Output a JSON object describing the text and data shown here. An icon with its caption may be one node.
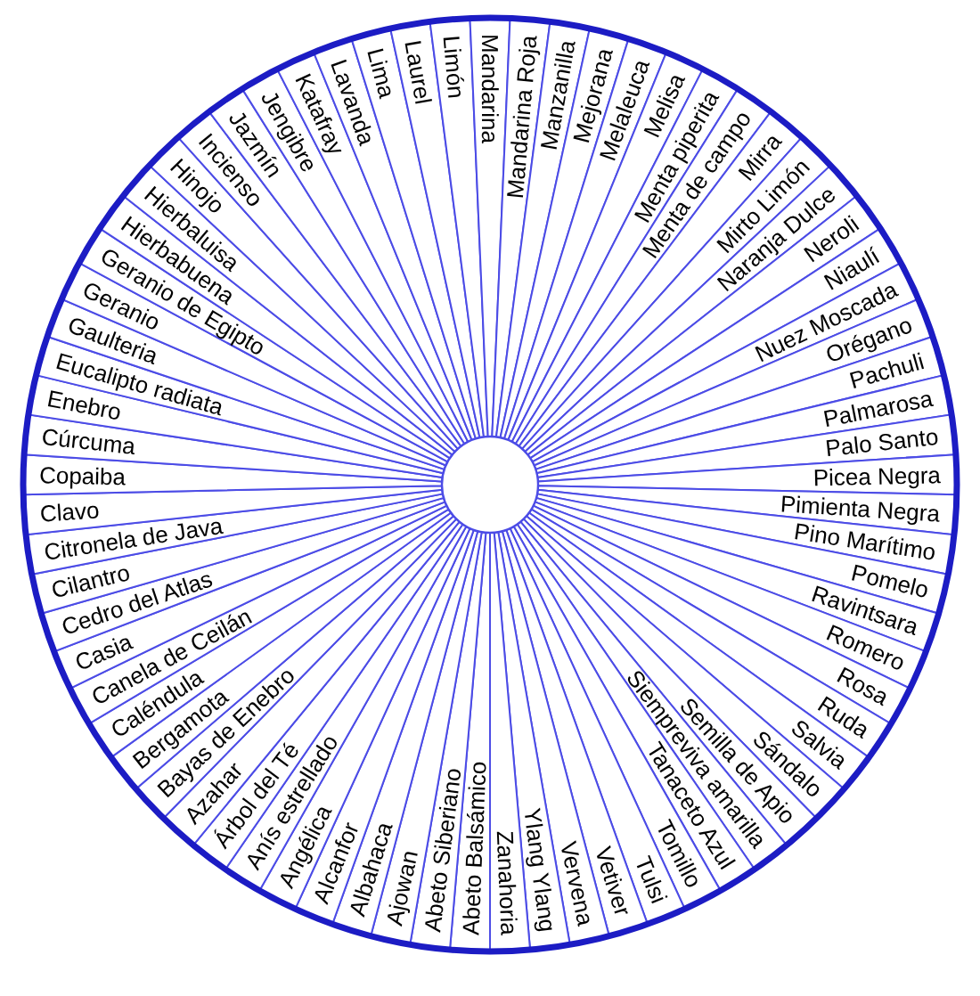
{
  "diagram": {
    "nodes": [
      {
        "text": [
          "Abeto Balsámico"
        ]
      },
      {
        "text": [
          "Abeto Siberiano"
        ]
      },
      {
        "text": [
          "Ajowan"
        ]
      },
      {
        "text": [
          "Albahaca"
        ]
      },
      {
        "text": [
          "Alcanfor"
        ]
      },
      {
        "text": [
          "Angélica"
        ]
      },
      {
        "text": [
          "Anís estrellado"
        ]
      },
      {
        "text": [
          "Árbol del Té"
        ]
      },
      {
        "text": [
          "Azahar"
        ]
      },
      {
        "text": [
          "Bayas de Enebro"
        ]
      },
      {
        "text": [
          "Bergamota"
        ]
      },
      {
        "text": [
          "Caléndula"
        ]
      },
      {
        "text": [
          "Canela de Ceilán"
        ]
      },
      {
        "text": [
          "Casia"
        ]
      },
      {
        "text": [
          "Cedro del Atlas"
        ]
      },
      {
        "text": [
          "Cilantro"
        ]
      },
      {
        "text": [
          "Citronela de Java"
        ]
      },
      {
        "text": [
          "Clavo"
        ]
      },
      {
        "text": [
          "Copaiba"
        ]
      },
      {
        "text": [
          "Cúrcuma"
        ]
      },
      {
        "text": [
          "Enebro"
        ]
      },
      {
        "text": [
          "Eucalipto radiata"
        ]
      },
      {
        "text": [
          "Gaulteria"
        ]
      },
      {
        "text": [
          "Geranio"
        ]
      },
      {
        "text": [
          "Geranio de Egipto"
        ]
      },
      {
        "text": [
          "Hierbabuena"
        ]
      },
      {
        "text": [
          "Hierbaluisa"
        ]
      },
      {
        "text": [
          "Hinojo"
        ]
      },
      {
        "text": [
          "Incienso"
        ]
      },
      {
        "text": [
          "Jazmín"
        ]
      },
      {
        "text": [
          "Jengibre"
        ]
      },
      {
        "text": [
          "Katafray"
        ]
      },
      {
        "text": [
          "Lavanda"
        ]
      },
      {
        "text": [
          "Lima"
        ]
      },
      {
        "text": [
          "Laurel"
        ]
      },
      {
        "text": [
          "Limón"
        ]
      },
      {
        "text": [
          "Mandarina"
        ]
      },
      {
        "text": [
          "Mandarina Roja"
        ]
      },
      {
        "text": [
          "Manzanilla"
        ]
      },
      {
        "text": [
          "Mejorana"
        ]
      },
      {
        "text": [
          "Melaleuca"
        ]
      },
      {
        "text": [
          "Melisa"
        ]
      },
      {
        "text": [
          "Menta piperita"
        ]
      },
      {
        "text": [
          "Menta de campo"
        ]
      },
      {
        "text": [
          "Mirra"
        ]
      },
      {
        "text": [
          "Mirto Limón"
        ]
      },
      {
        "text": [
          "Naranja Dulce"
        ]
      },
      {
        "text": [
          "Neroli"
        ]
      },
      {
        "text": [
          "Niaulí"
        ]
      },
      {
        "text": [
          "Nuez Moscada"
        ]
      },
      {
        "text": [
          "Orégano"
        ]
      },
      {
        "text": [
          "Pachuli"
        ]
      },
      {
        "text": [
          "Palmarosa"
        ]
      },
      {
        "text": [
          "Palo Santo"
        ]
      },
      {
        "text": [
          "Picea Negra"
        ]
      },
      {
        "text": [
          "Pimienta Negra"
        ]
      },
      {
        "text": [
          "Pino Marítimo"
        ]
      },
      {
        "text": [
          "Pomelo"
        ]
      },
      {
        "text": [
          "Ravintsara"
        ]
      },
      {
        "text": [
          "Romero"
        ]
      },
      {
        "text": [
          "Rosa"
        ]
      },
      {
        "text": [
          "Ruda"
        ]
      },
      {
        "text": [
          "Salvia"
        ]
      },
      {
        "text": [
          "Sándalo"
        ]
      },
      {
        "text": [
          "Semilla de Apio"
        ]
      },
      {
        "text": [
          "Siempreviva amarilla"
        ]
      },
      {
        "text": [
          "Tanaceto Azul"
        ]
      },
      {
        "text": [
          "Tomillo"
        ]
      },
      {
        "text": [
          "Tulsi"
        ]
      },
      {
        "text": [
          "Vetiver"
        ]
      },
      {
        "text": [
          "Vervena"
        ]
      },
      {
        "text": [
          "Ylang Ylang"
        ]
      },
      {
        "text": [
          "Zanahoria"
        ]
      }
    ]
  }
}
